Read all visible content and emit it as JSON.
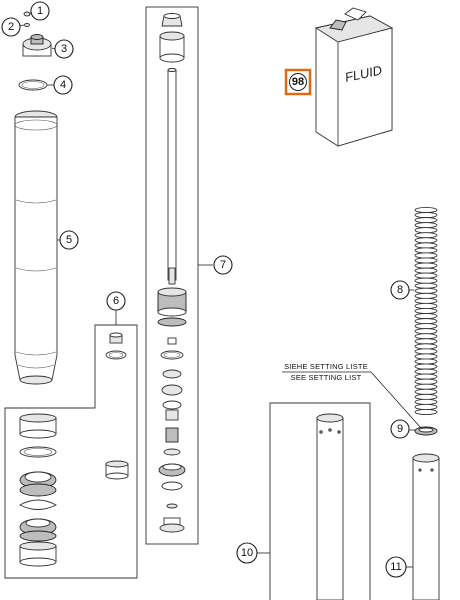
{
  "callouts": [
    {
      "id": "1",
      "label": "1"
    },
    {
      "id": "2",
      "label": "2"
    },
    {
      "id": "3",
      "label": "3"
    },
    {
      "id": "4",
      "label": "4"
    },
    {
      "id": "5",
      "label": "5"
    },
    {
      "id": "6",
      "label": "6"
    },
    {
      "id": "7",
      "label": "7"
    },
    {
      "id": "8",
      "label": "8"
    },
    {
      "id": "9",
      "label": "9"
    },
    {
      "id": "10",
      "label": "10"
    },
    {
      "id": "11",
      "label": "11"
    }
  ],
  "fluid_can": {
    "label": "FLUID",
    "part_number": "98",
    "highlight_color": "#e06a10"
  },
  "setting_note": {
    "line1": "SIEHE SETTING LISTE",
    "line2": "SEE SETTING LIST"
  }
}
